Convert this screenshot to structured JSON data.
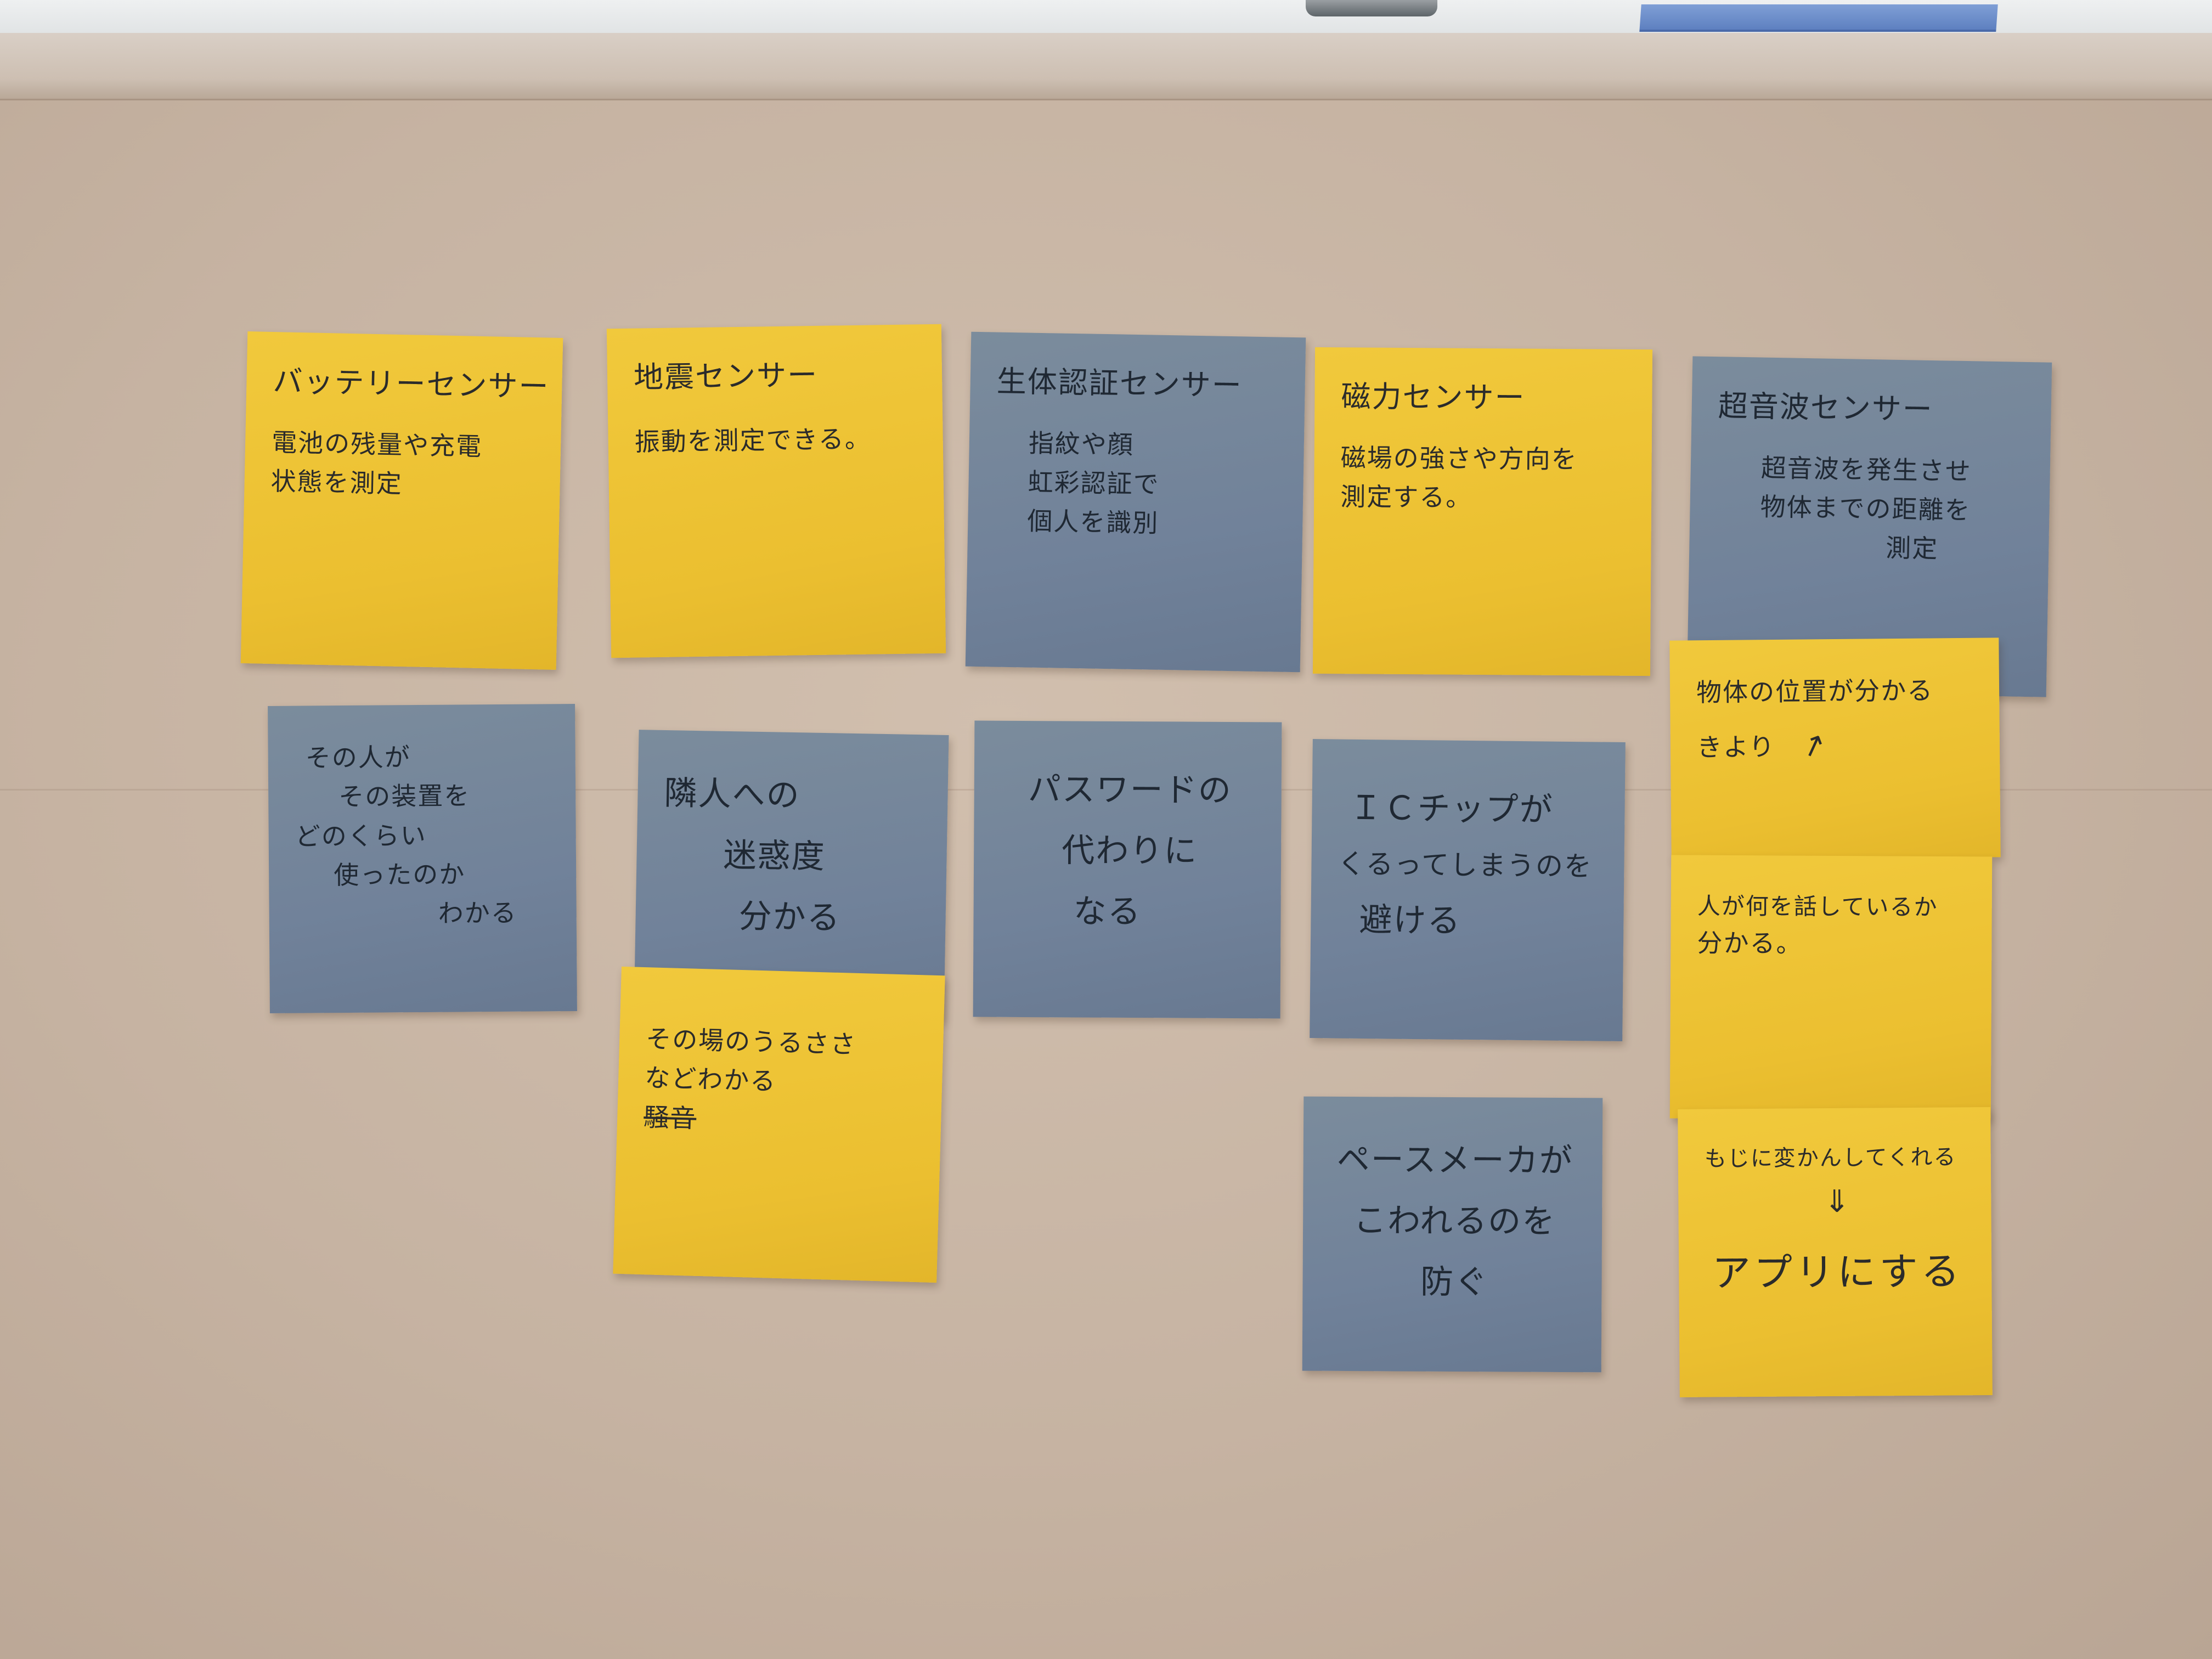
{
  "notes": {
    "battery": {
      "title": "バッテリーセンサー",
      "lines": [
        "電池の残量や充電",
        "状態を測定"
      ]
    },
    "earthquake": {
      "title": "地震センサー",
      "lines": [
        "振動を測定できる。"
      ]
    },
    "biometric": {
      "title": "生体認証センサー",
      "lines": [
        "指紋や顔",
        "虹彩認証で",
        "個人を識別"
      ]
    },
    "magnetic": {
      "title": "磁力センサー",
      "lines": [
        "磁場の強さや方向を",
        "測定する。"
      ]
    },
    "ultrasonic": {
      "title": "超音波センサー",
      "lines": [
        "超音波を発生させ",
        "物体までの距離を",
        "測定"
      ]
    },
    "usage": {
      "lines": [
        "その人が",
        "その装置を",
        "どのくらい",
        "使ったのか",
        "わかる"
      ]
    },
    "neighbor": {
      "lines": [
        "隣人への",
        "迷惑度",
        "分かる"
      ]
    },
    "password": {
      "lines": [
        "パスワードの",
        "代わりに",
        "なる"
      ]
    },
    "icchip": {
      "lines": [
        "ＩＣチップが",
        "くるってしまうのを",
        "避ける"
      ]
    },
    "noise": {
      "lines": [
        "その場のうるささ",
        "などわかる",
        "騒音"
      ]
    },
    "pacemaker": {
      "lines": [
        "ペースメーカが",
        "こわれるのを",
        "防ぐ"
      ]
    },
    "position": {
      "lines": [
        "物体の位置が分かる",
        "きより"
      ],
      "arrow": "↗"
    },
    "watching": {
      "lines": [
        "人が何を話しているか",
        "分かる。"
      ]
    },
    "app": {
      "lines": [
        "もじに変かんしてくれる"
      ],
      "arrow": "⇓",
      "final": "アプリにする"
    }
  }
}
